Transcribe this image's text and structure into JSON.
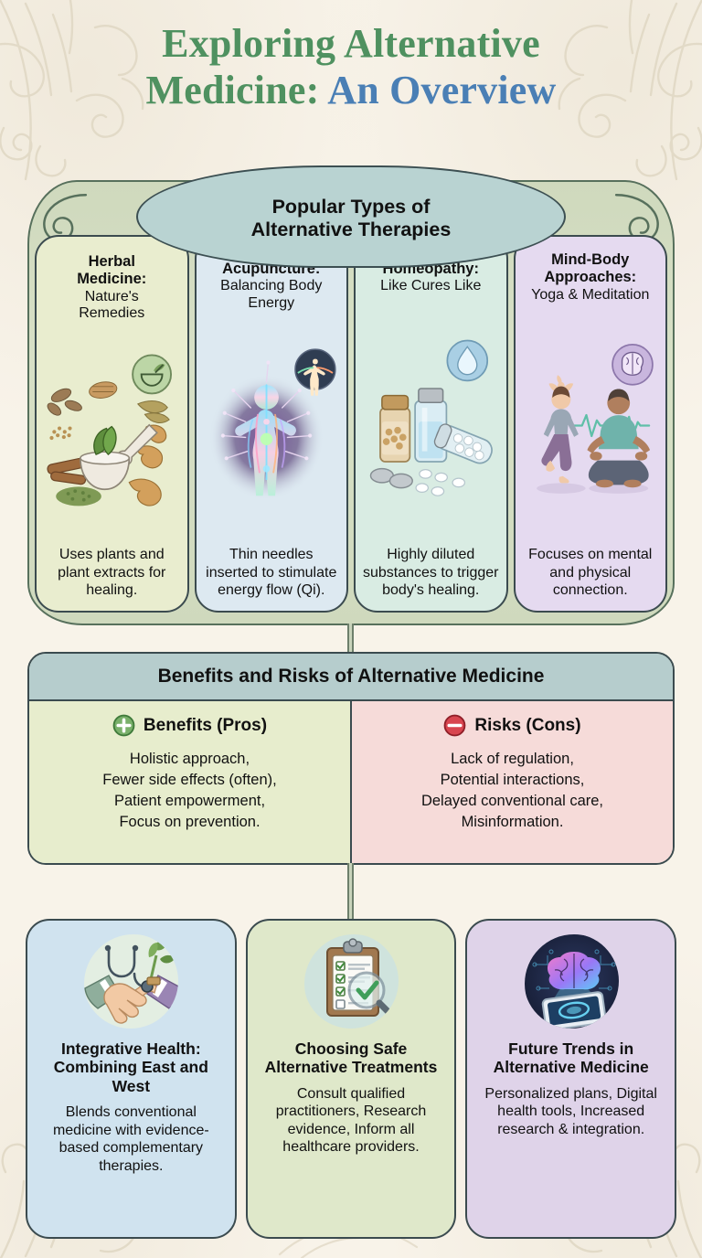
{
  "title": {
    "line1_green": "Exploring Alternative",
    "line2_green": "Medicine:",
    "line2_blue": "An Overview"
  },
  "therapies_section": {
    "header_line1": "Popular Types of",
    "header_line2": "Alternative Therapies",
    "columns": [
      {
        "title": "Herbal",
        "title2": "Medicine:",
        "subtitle": "Nature's",
        "subtitle2": "Remedies",
        "description": "Uses plants and plant extracts for healing.",
        "icon": "mortar-and-pestle-icon",
        "bg": "#e9edcf"
      },
      {
        "title": "Acupuncture:",
        "subtitle": "Balancing Body Energy",
        "description": "Thin needles inserted to stimulate energy flow (Qi).",
        "icon": "human-body-energy-icon",
        "bg": "#dde9f1"
      },
      {
        "title": "Homeopathy:",
        "subtitle": "Like Cures Like",
        "description": "Highly diluted substances to trigger body's healing.",
        "icon": "water-drop-icon",
        "bg": "#d9ece3"
      },
      {
        "title": "Mind-Body",
        "title2": "Approaches:",
        "subtitle": "Yoga & Meditation",
        "description": "Focuses on mental and physical connection.",
        "icon": "brain-icon",
        "bg": "#e5daf0"
      }
    ]
  },
  "pros_cons_section": {
    "header": "Benefits and Risks of Alternative Medicine",
    "pros": {
      "label": "Benefits (Pros)",
      "icon": "plus-circle-icon",
      "color": "#5d9152",
      "items": [
        "Holistic approach,",
        "Fewer side effects (often),",
        "Patient empowerment,",
        "Focus on prevention."
      ]
    },
    "cons": {
      "label": "Risks (Cons)",
      "icon": "minus-circle-icon",
      "color": "#c9333b",
      "items": [
        "Lack of regulation,",
        "Potential interactions,",
        "Delayed conventional care,",
        "Misinformation."
      ]
    }
  },
  "bottom_cards": [
    {
      "title": "Integrative Health: Combining East and West",
      "description": "Blends conventional medicine with evidence-based complementary therapies.",
      "icon": "handshake-stethoscope-herbs-icon",
      "bg": "#d0e3ef"
    },
    {
      "title": "Choosing Safe Alternative Treatments",
      "description": "Consult qualified practitioners, Research evidence, Inform all healthcare providers.",
      "icon": "clipboard-checklist-magnifier-icon",
      "bg": "#dfe8ca"
    },
    {
      "title": "Future Trends in Alternative Medicine",
      "description": "Personalized plans, Digital health tools, Increased research & integration.",
      "icon": "digital-brain-tablet-icon",
      "bg": "#dfd3e9"
    }
  ],
  "palette": {
    "background": "#f8f3e9",
    "title_green": "#4f9160",
    "title_blue": "#4a7fb5",
    "frame_green": "#57705c",
    "arch_teal": "#b9d3d2",
    "outline_dark": "#3b4b4f",
    "flourish": "#e2dac7"
  }
}
